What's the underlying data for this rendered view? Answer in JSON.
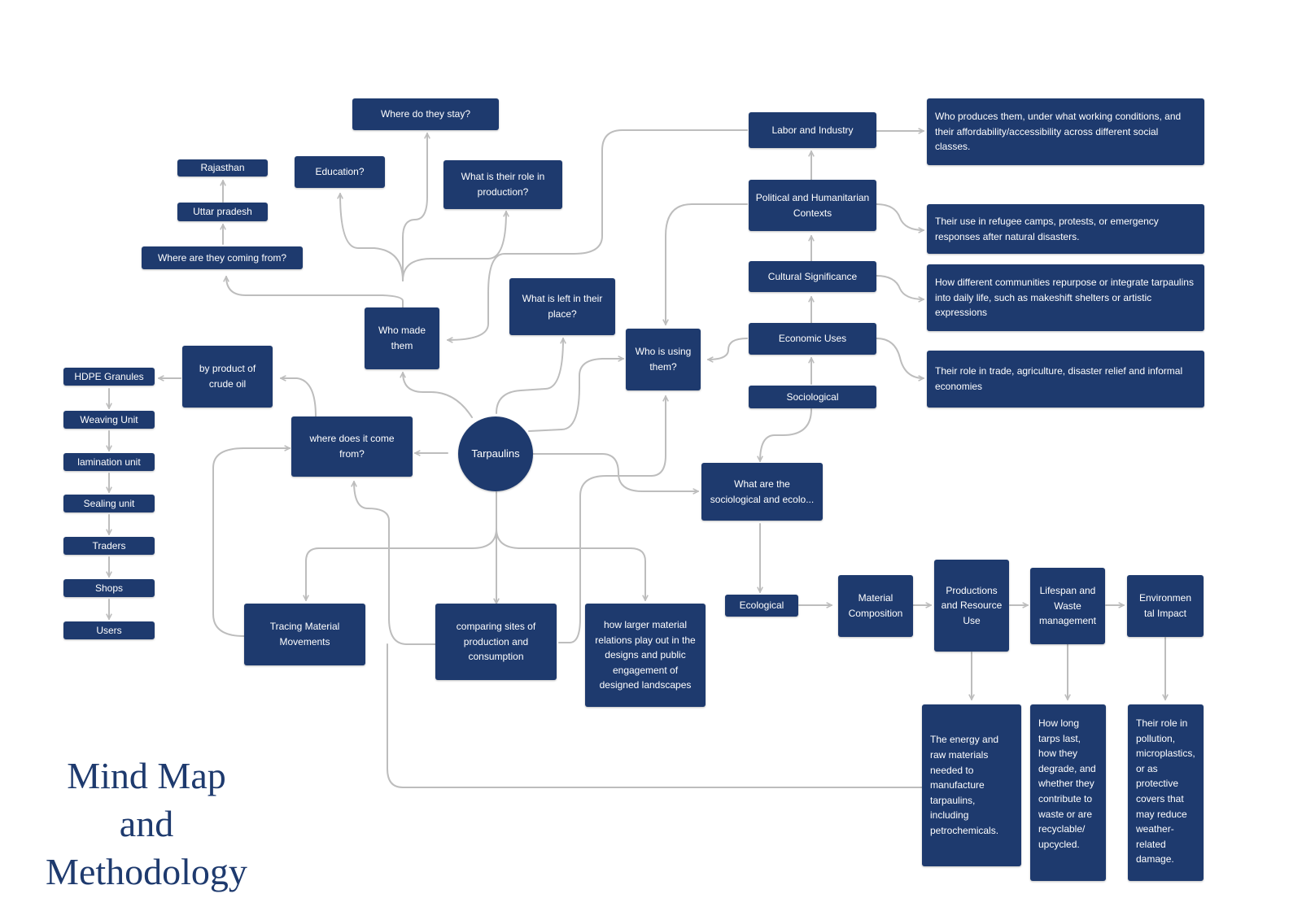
{
  "title": {
    "line1": "Mind Map",
    "line2": "and",
    "line3": "Methodology"
  },
  "colors": {
    "node_fill": "#1e3a6e",
    "node_text": "#ffffff",
    "connector": "#bdbdbd",
    "title_text": "#1e3a6e"
  },
  "nodes": {
    "tarpaulins": "Tarpaulins",
    "where_do_they_stay": "Where do they stay?",
    "education": "Education?",
    "role_in_production": "What is their role in production?",
    "rajasthan": "Rajasthan",
    "uttar_pradesh": "Uttar pradesh",
    "where_coming_from": "Where are they coming from?",
    "who_made_them": "Who made them",
    "what_is_left": "What is left in their place?",
    "who_is_using": "Who is using them?",
    "by_product": "by product of crude oil",
    "where_does_it_come_from": "where does it come from?",
    "hdpe": "HDPE Granules",
    "weaving": "Weaving Unit",
    "lamination": "lamination unit",
    "sealing": "Sealing unit",
    "traders": "Traders",
    "shops": "Shops",
    "users": "Users",
    "tracing": "Tracing Material Movements",
    "comparing": "comparing sites of production and consumption",
    "larger_relations": "how larger material relations play out in the designs and public engagement of designed landscapes",
    "labor": "Labor and Industry",
    "political": "Political and Humanitarian Contexts",
    "cultural": "Cultural Significance",
    "economic": "Economic Uses",
    "sociological": "Sociological",
    "soc_eco_question": "What are the sociological and ecolo...",
    "ecological": "Ecological",
    "material_composition": "Material Composition",
    "productions": "Productions and Resource Use",
    "lifespan": "Lifespan and Waste management",
    "environmental": "Environmen tal Impact",
    "desc_labor": "Who produces them, under what working conditions, and their affordability/accessibility across different social classes.",
    "desc_political": "Their use in refugee camps, protests, or emergency responses after natural disasters.",
    "desc_cultural": "How different communities repurpose or integrate tarpaulins into daily life, such as makeshift shelters or artistic expressions",
    "desc_economic": "Their role in trade, agriculture, disaster relief and informal economies",
    "desc_energy": "The energy and raw materials needed to manufacture tarpaulins, including petrochemicals.",
    "desc_lifespan": "How long tarps last, how they degrade, and whether they contribute to waste or are recyclable/ upcycled.",
    "desc_pollution": "Their role in pollution, microplastics, or as protective covers that may reduce weather-related damage."
  }
}
